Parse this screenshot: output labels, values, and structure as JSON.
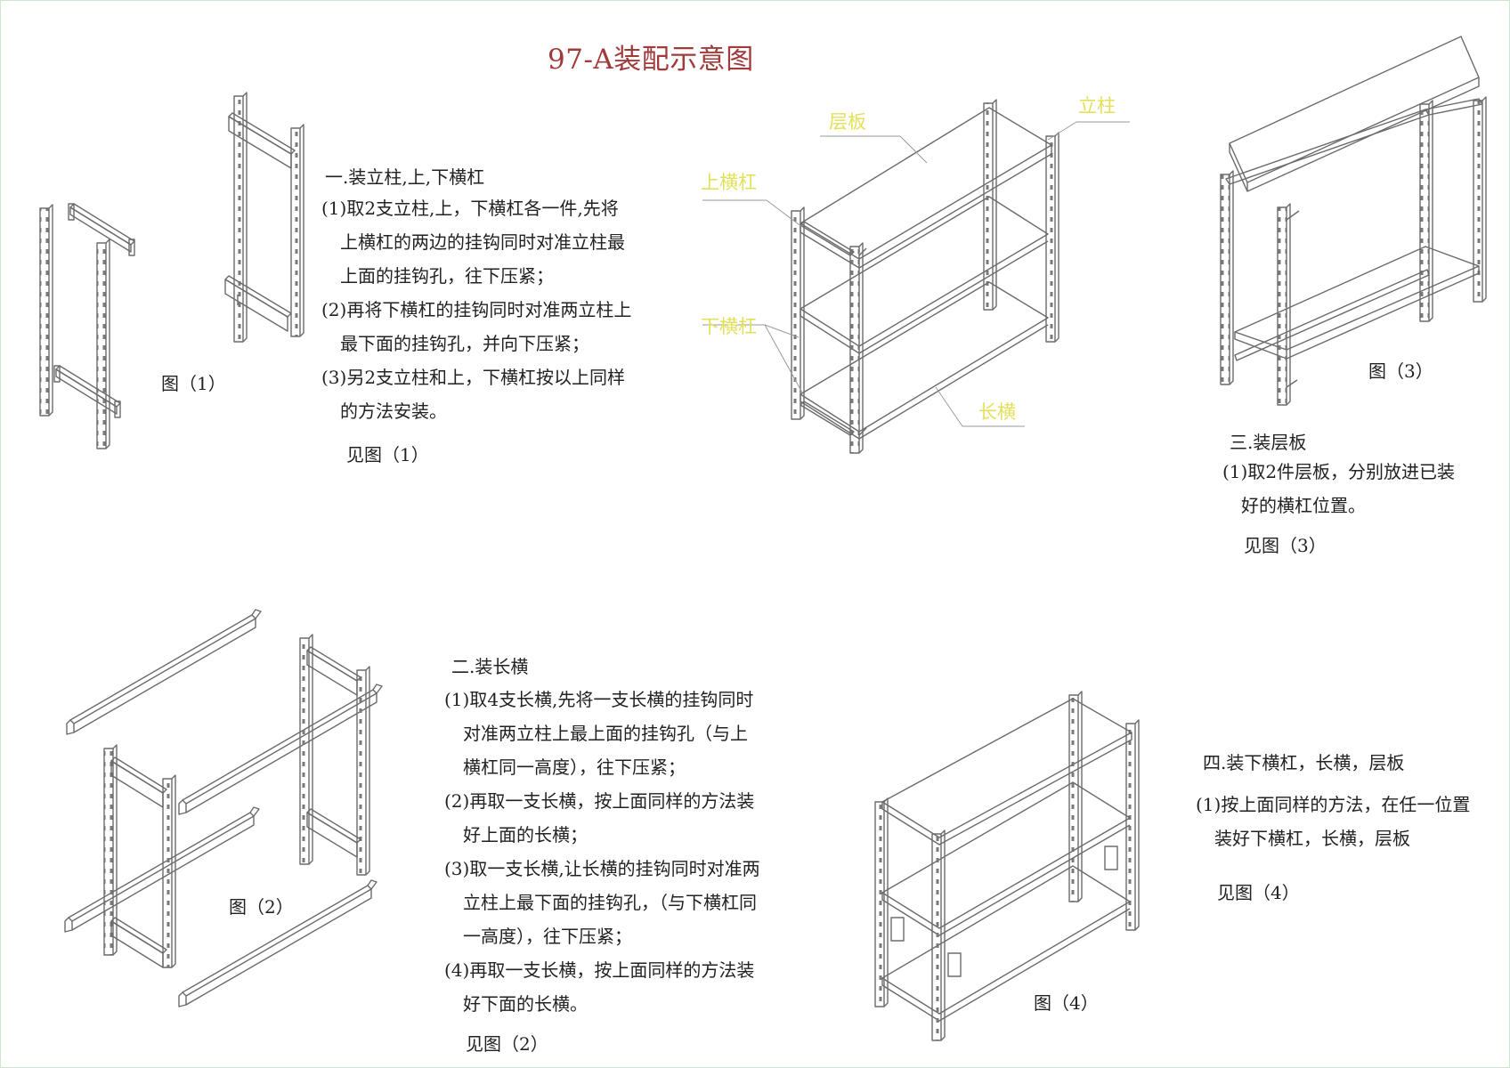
{
  "title": "97-A装配示意图",
  "colors": {
    "title": "#a23a3a",
    "callout": "#e3e15a",
    "line": "#6b6b6b"
  },
  "callouts": {
    "shelf": "层板",
    "post": "立柱",
    "top_bar": "上横杠",
    "bottom_bar": "下横杠",
    "long_bar": "长横"
  },
  "step1": {
    "heading": "一.装立柱,上,下横杠",
    "items": [
      {
        "first": "(1)取2支立柱,上，下横杠各一件,先将",
        "rest": [
          "上横杠的两边的挂钩同时对准立柱最",
          "上面的挂钩孔，往下压紧；"
        ]
      },
      {
        "first": "(2)再将下横杠的挂钩同时对准两立柱上",
        "rest": [
          "最下面的挂钩孔，并向下压紧；"
        ]
      },
      {
        "first": "(3)另2支立柱和上，下横杠按以上同样",
        "rest": [
          "的方法安装。"
        ]
      }
    ],
    "ref": "见图（1）",
    "caption": "图（1）"
  },
  "step2": {
    "heading": "二.装长横",
    "items": [
      {
        "first": "(1)取4支长横,先将一支长横的挂钩同时",
        "rest": [
          "对准两立柱上最上面的挂钩孔（与上",
          "横杠同一高度），往下压紧；"
        ]
      },
      {
        "first": "(2)再取一支长横，按上面同样的方法装",
        "rest": [
          "好上面的长横；"
        ]
      },
      {
        "first": "(3)取一支长横,让长横的挂钩同时对准两",
        "rest": [
          "立柱上最下面的挂钩孔，（与下横杠同",
          "一高度），往下压紧；"
        ]
      },
      {
        "first": "(4)再取一支长横，按上面同样的方法装",
        "rest": [
          "好下面的长横。"
        ]
      }
    ],
    "ref": "见图（2）",
    "caption": "图（2）"
  },
  "step3": {
    "heading": "三.装层板",
    "items": [
      {
        "first": "(1)取2件层板，分别放进已装",
        "rest": [
          "好的横杠位置。"
        ]
      }
    ],
    "ref": "见图（3）",
    "caption": "图（3）"
  },
  "step4": {
    "heading": "四.装下横杠，长横，层板",
    "items": [
      {
        "first": "(1)按上面同样的方法，在任一位置",
        "rest": [
          "装好下横杠，长横，层板"
        ]
      }
    ],
    "ref": "见图（4）",
    "caption": "图（4）"
  }
}
